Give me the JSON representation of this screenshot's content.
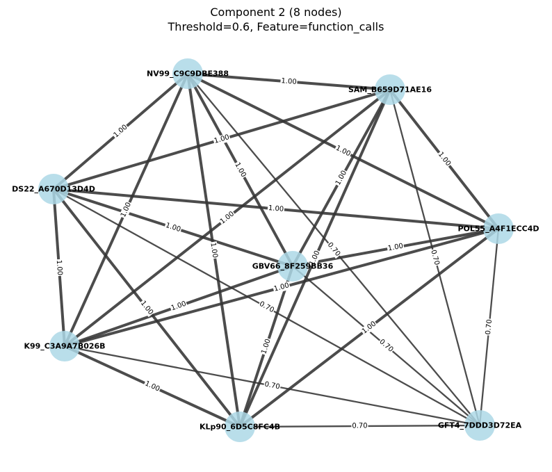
{
  "title": {
    "line1": "Component 2 (8 nodes)",
    "line2": "Threshold=0.6, Feature=function_calls"
  },
  "colors": {
    "node_fill": "#add8e6",
    "edge": "#333333",
    "background": "#ffffff"
  },
  "graph": {
    "nodes": [
      {
        "id": "NV99",
        "label": "NV99_C9C9DBE388"
      },
      {
        "id": "SAM",
        "label": "SAM_B659D71AE16"
      },
      {
        "id": "DS22",
        "label": "DS22_A670D13D4D"
      },
      {
        "id": "POL55",
        "label": "POL55_A4F1ECC4D"
      },
      {
        "id": "GBV66",
        "label": "GBV66_8F259BB36"
      },
      {
        "id": "K99",
        "label": "K99_C3A9A7B026B"
      },
      {
        "id": "KLp90",
        "label": "KLp90_6D5C8FC4B"
      },
      {
        "id": "GFT4",
        "label": "GFT4_7DDD3D72EA"
      }
    ],
    "edges": [
      {
        "source": "NV99",
        "target": "SAM",
        "weight": "1.00"
      },
      {
        "source": "NV99",
        "target": "DS22",
        "weight": "1.00"
      },
      {
        "source": "NV99",
        "target": "K99",
        "weight": "1.00"
      },
      {
        "source": "NV99",
        "target": "KLp90",
        "weight": "1.00"
      },
      {
        "source": "NV99",
        "target": "GBV66",
        "weight": "1.00"
      },
      {
        "source": "NV99",
        "target": "POL55",
        "weight": "1.00"
      },
      {
        "source": "NV99",
        "target": "GFT4",
        "weight": "0.70"
      },
      {
        "source": "SAM",
        "target": "DS22",
        "weight": "1.00"
      },
      {
        "source": "SAM",
        "target": "POL55",
        "weight": "1.00"
      },
      {
        "source": "SAM",
        "target": "GBV66",
        "weight": "1.00"
      },
      {
        "source": "SAM",
        "target": "K99",
        "weight": "1.00"
      },
      {
        "source": "SAM",
        "target": "KLp90",
        "weight": "1.00"
      },
      {
        "source": "SAM",
        "target": "GFT4",
        "weight": "0.70"
      },
      {
        "source": "DS22",
        "target": "POL55",
        "weight": "1.00"
      },
      {
        "source": "DS22",
        "target": "GBV66",
        "weight": "1.00"
      },
      {
        "source": "DS22",
        "target": "K99",
        "weight": "1.00"
      },
      {
        "source": "DS22",
        "target": "KLp90",
        "weight": "1.00"
      },
      {
        "source": "DS22",
        "target": "GFT4",
        "weight": "0.70"
      },
      {
        "source": "POL55",
        "target": "GBV66",
        "weight": "1.00"
      },
      {
        "source": "POL55",
        "target": "K99",
        "weight": "1.00"
      },
      {
        "source": "POL55",
        "target": "KLp90",
        "weight": "1.00"
      },
      {
        "source": "POL55",
        "target": "GFT4",
        "weight": "0.70"
      },
      {
        "source": "GBV66",
        "target": "K99",
        "weight": "1.00"
      },
      {
        "source": "GBV66",
        "target": "KLp90",
        "weight": "1.00"
      },
      {
        "source": "GBV66",
        "target": "GFT4",
        "weight": "0.70"
      },
      {
        "source": "K99",
        "target": "KLp90",
        "weight": "1.00"
      },
      {
        "source": "K99",
        "target": "GFT4",
        "weight": "0.70"
      },
      {
        "source": "KLp90",
        "target": "GFT4",
        "weight": "0.70"
      }
    ]
  }
}
